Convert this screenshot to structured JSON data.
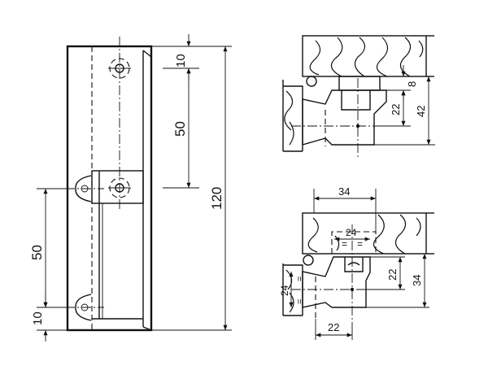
{
  "front_view": {
    "dim_top_10": "10",
    "dim_50_right": "50",
    "dim_120": "120",
    "dim_50_left": "50",
    "dim_bottom_10": "10"
  },
  "section_top": {
    "dim_8": "8",
    "dim_22": "22",
    "dim_42": "42"
  },
  "section_bottom": {
    "dim_34_top": "34",
    "dim_24_inner": "24",
    "dim_24_left": "24",
    "dim_22_right": "22",
    "dim_34_right": "34",
    "dim_22_bottom": "22",
    "equal_mark": "="
  }
}
